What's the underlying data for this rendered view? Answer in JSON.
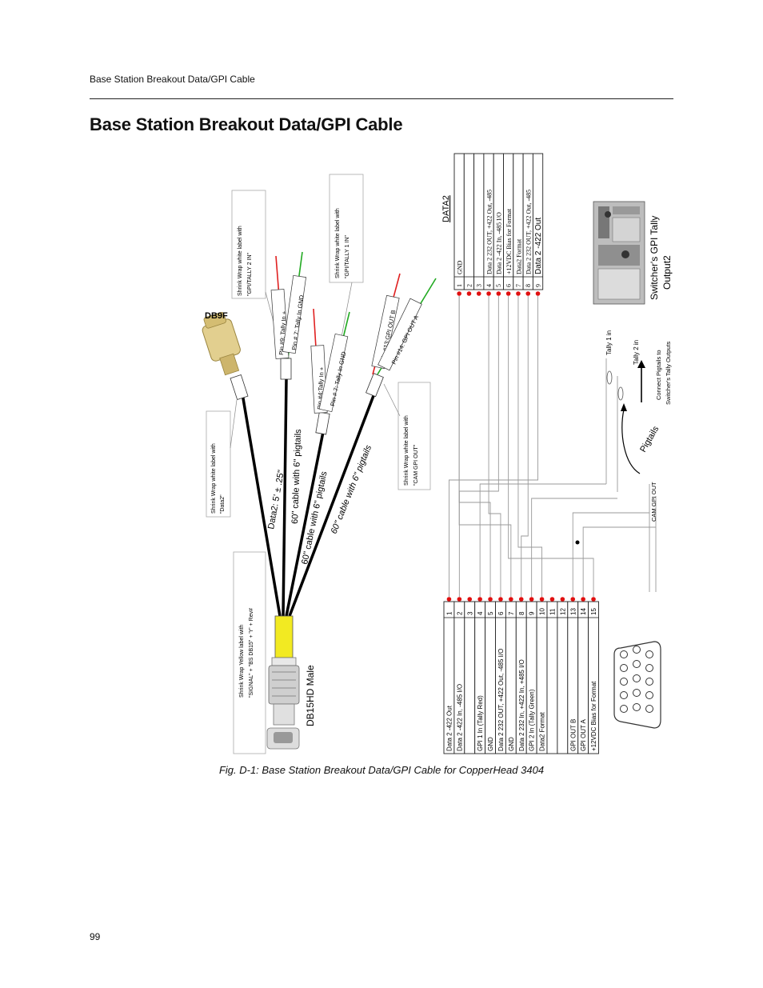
{
  "header": {
    "running_title": "Base Station Breakout Data/GPI Cable"
  },
  "page": {
    "title": "Base Station Breakout Data/GPI Cable",
    "number": "99"
  },
  "figure": {
    "caption": "Fig. D-1: Base Station Breakout Data/GPI Cable for CopperHead 3404",
    "db9_label": "DB9F",
    "db15_label": "DB15HD Male",
    "data2_header": "DATA2",
    "cable_main": "Data2: 5' ± .25\"",
    "cable_a": "60\" cable with 6\" pigtails",
    "cable_b": "60\" cable with 6\" pigtails",
    "cable_c": "60\" cable with 6\" pigtails",
    "pin9": "Pin #9: Tally In +",
    "pin7a": "Pin # 7: Tally In GND",
    "pin4": "Pin #4:Tally In +",
    "pin7b": "Pin # 7: Tally In GND",
    "pin13": "Pin #13:GPI OUT B",
    "pin14": "Pin #14: GPI OUT A",
    "label_gpi2_line1": "Shrink Wrap white label with",
    "label_gpi2_line2": "\"GPI/TALLY 2 IN\"",
    "label_gpi1_line1": "Shrink Wrap white label with",
    "label_gpi1_line2": "\"GPI/TALLY 1 IN\"",
    "label_data2_line1": "Shrink Wrap white label with",
    "label_data2_line2": "\"Data2\"",
    "label_camgpi_line1": "Shrink Wrap white label with",
    "label_camgpi_line2": "\"CAM GPI OUT\"",
    "label_yellow_line1": "Shrink Wrap Yellow label with",
    "label_yellow_line2": "\"SIGNAL\" + \"BS DB15\" + \"r\" + Rev#",
    "tally1": "Tally 1 in",
    "tally2": "Tally 2 in",
    "connect_line1": "Connect Pigtails to",
    "connect_line2": "Switcher's Tally Outputs",
    "pigtails": "Pigtails",
    "cam_gpi_out": "CAM GPI OUT",
    "switcher_line1": "Switcher's GPI Tally",
    "switcher_line2": "Output2",
    "data2_pins": [
      {
        "num": "1",
        "label": "GND"
      },
      {
        "num": "2",
        "label": ""
      },
      {
        "num": "3",
        "label": ""
      },
      {
        "num": "4",
        "label": "Data 2 232 OUT, +422 Out, -485"
      },
      {
        "num": "5",
        "label": "Data 2 -422 In, -485 I/O"
      },
      {
        "num": "6",
        "label": "+12VDC Bias for Format"
      },
      {
        "num": "7",
        "label": "Data2 Format"
      },
      {
        "num": "8",
        "label": "Data 2 232 OUT, +422 Out, -485"
      },
      {
        "num": "9",
        "label": "Data 2 -422 Out"
      }
    ],
    "db15_pins": [
      {
        "num": "1",
        "label": "Data 2 -422 Out"
      },
      {
        "num": "2",
        "label": "Data 2 -422 In, -485 I/O"
      },
      {
        "num": "3",
        "label": ""
      },
      {
        "num": "4",
        "label": "GPI 1 In (Tally Red)"
      },
      {
        "num": "5",
        "label": "GND"
      },
      {
        "num": "6",
        "label": "Data 2 232 OUT, +422 Out, -485 I/O"
      },
      {
        "num": "7",
        "label": "GND"
      },
      {
        "num": "8",
        "label": "Data 2 232 In, +422 In, +485 I/O"
      },
      {
        "num": "9",
        "label": "GPI 2 In (Tally Green)"
      },
      {
        "num": "10",
        "label": "Data2 Format"
      },
      {
        "num": "11",
        "label": ""
      },
      {
        "num": "12",
        "label": ""
      },
      {
        "num": "13",
        "label": "GPI OUT B"
      },
      {
        "num": "14",
        "label": "GPI OUT A"
      },
      {
        "num": "15",
        "label": "+12VDC Bias for Format"
      }
    ]
  }
}
